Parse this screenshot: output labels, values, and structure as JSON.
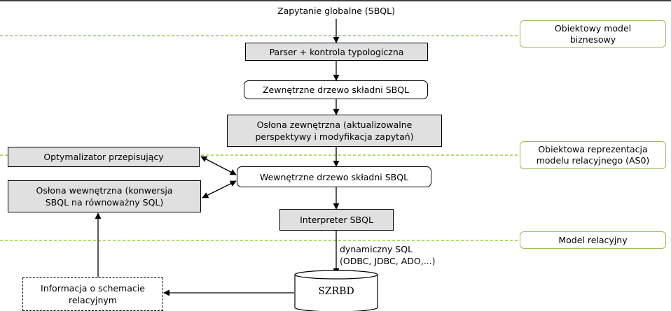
{
  "title": "Zapytanie globalne (SBQL)",
  "boxes": {
    "parser": "Parser + kontrola typologiczna",
    "external_tree": "Zewnętrzne drzewo składni SBQL",
    "outer_wrapper_line1": "Osłona zewnętrzna (aktualizowalne",
    "outer_wrapper_line2": "perspektywy  i modyfikacja zapytań)",
    "optimizer": "Optymalizator przepisujący",
    "inner_tree": "Wewnętrzne drzewo składni SBQL",
    "inner_wrapper_line1": "Osłona wewnętrzna (konwersja",
    "inner_wrapper_line2": "SBQL na równoważny SQL)",
    "interpreter": "Interpreter SBQL",
    "schema_info_line1": "Informacja o schemacie",
    "schema_info_line2": "relacyjnym"
  },
  "database": "SZRBD",
  "sql_label_line1": "dynamiczny SQL",
  "sql_label_line2": "(ODBC, JDBC, ADO,...)",
  "layers": {
    "business_line1": "Obiektowy model",
    "business_line2": "biznesowy",
    "object_rel_line1": "Obiektowa reprezentacja",
    "object_rel_line2": "modelu relacyjnego (AS0)",
    "relational": "Model relacyjny"
  },
  "colors": {
    "layer_divider": "#9acd32",
    "layer_border": "#9bbb59",
    "box_fill": "#e0e0e0"
  }
}
